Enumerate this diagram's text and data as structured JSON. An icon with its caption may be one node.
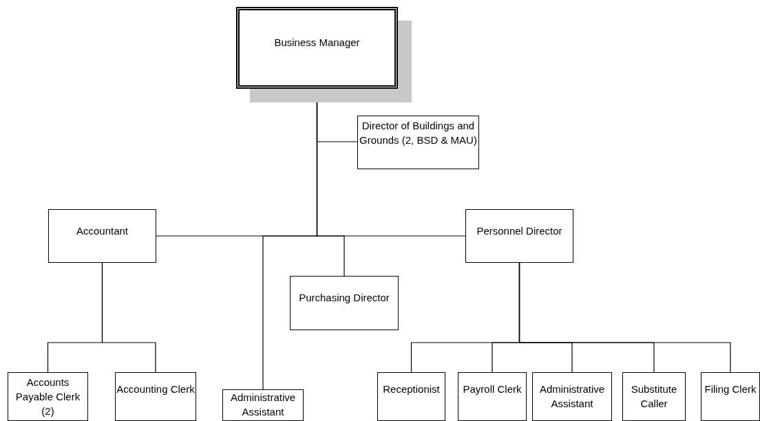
{
  "diagram": {
    "nodes": [
      {
        "text": [
          "Business Manager"
        ]
      },
      {
        "text": [
          "Director of Buildings and Grounds (2, BSD & MAU)"
        ]
      },
      {
        "text": [
          "Accountant"
        ]
      },
      {
        "text": [
          "Personnel Director"
        ]
      },
      {
        "text": [
          "Purchasing Director"
        ]
      },
      {
        "text": [
          "Accounts Payable Clerk (2)"
        ]
      },
      {
        "text": [
          "Accounting Clerk"
        ]
      },
      {
        "text": [
          "Administrative Assistant"
        ]
      },
      {
        "text": [
          "Receptionist"
        ]
      },
      {
        "text": [
          "Payroll Clerk"
        ]
      },
      {
        "text": [
          "Administrative Assistant"
        ]
      },
      {
        "text": [
          "Substitute Caller"
        ]
      },
      {
        "text": [
          "Filing Clerk"
        ]
      }
    ],
    "edges": [
      {
        "from": 0,
        "to": 1,
        "arrow": "none"
      },
      {
        "from": 0,
        "to": 2,
        "arrow": "none"
      },
      {
        "from": 0,
        "to": 3,
        "arrow": "none"
      },
      {
        "from": 0,
        "to": 7,
        "arrow": "none"
      },
      {
        "from": 0,
        "to": 4,
        "arrow": "none"
      },
      {
        "from": 2,
        "to": 5,
        "arrow": "none"
      },
      {
        "from": 2,
        "to": 6,
        "arrow": "none"
      },
      {
        "from": 3,
        "to": 8,
        "arrow": "none"
      },
      {
        "from": 3,
        "to": 9,
        "arrow": "none"
      },
      {
        "from": 3,
        "to": 10,
        "arrow": "none"
      },
      {
        "from": 3,
        "to": 11,
        "arrow": "none"
      },
      {
        "from": 3,
        "to": 12,
        "arrow": "none"
      }
    ]
  }
}
